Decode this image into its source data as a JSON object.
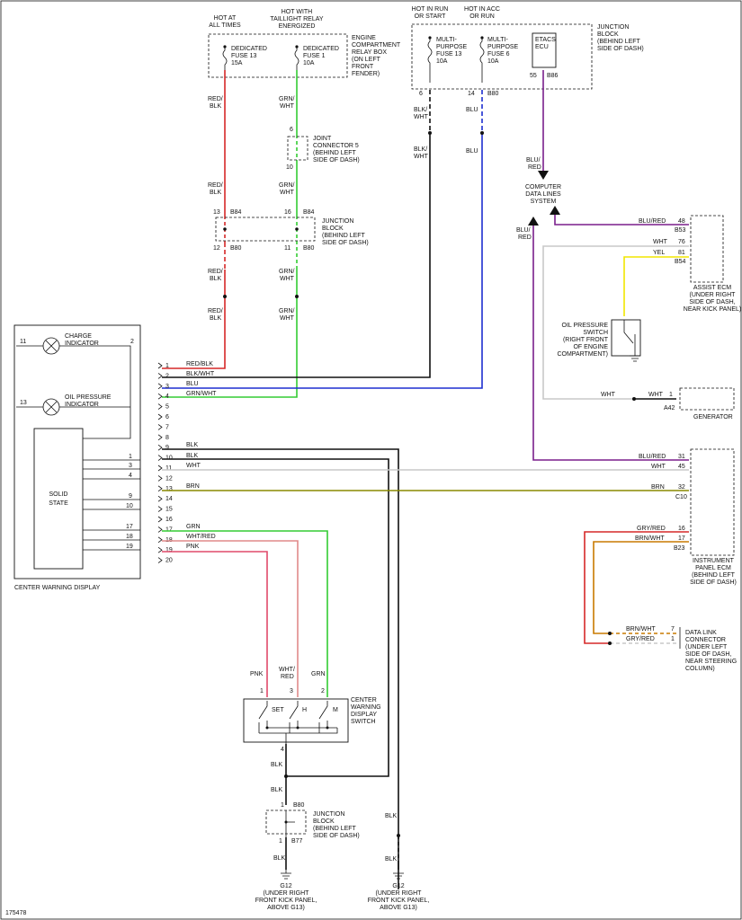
{
  "colors": {
    "red": "#d62828",
    "green": "#33cc33",
    "blue": "#1d2fd0",
    "purple": "#7a1f8c",
    "yellow": "#f2e600",
    "gray": "#c8c8c8",
    "olive": "#8a8a00",
    "orange": "#c87a00",
    "pink": "#e04a6a",
    "black": "#111111"
  },
  "sources": {
    "hot_at_all_times": [
      "HOT AT",
      "ALL TIMES"
    ],
    "hot_with_taillight": [
      "HOT WITH",
      "TAILLIGHT RELAY",
      "ENERGIZED"
    ],
    "hot_in_run": [
      "HOT IN RUN",
      "OR START"
    ],
    "hot_in_acc": [
      "HOT IN ACC",
      "OR RUN"
    ]
  },
  "fuses": {
    "dedicated13": [
      "DEDICATED",
      "FUSE 13",
      "15A"
    ],
    "dedicated1": [
      "DEDICATED",
      "FUSE 1",
      "10A"
    ],
    "mp13": [
      "MULTI-",
      "PURPOSE",
      "FUSE 13",
      "10A"
    ],
    "mp6": [
      "MULTI-",
      "PURPOSE",
      "FUSE 6",
      "10A"
    ]
  },
  "components": {
    "relay_box": [
      "ENGINE",
      "COMPARTMENT",
      "RELAY BOX",
      "(ON LEFT",
      "FRONT",
      "FENDER)"
    ],
    "jb_top": [
      "JUNCTION",
      "BLOCK",
      "(BEHIND LEFT",
      "SIDE OF DASH)"
    ],
    "etacs": [
      "ETACS",
      "ECU"
    ],
    "joint5": [
      "JOINT",
      "CONNECTOR 5",
      "(BEHIND LEFT",
      "SIDE OF DASH)"
    ],
    "jb_mid": [
      "JUNCTION",
      "BLOCK",
      "(BEHIND LEFT",
      "SIDE OF DASH)"
    ],
    "cdl": [
      "COMPUTER",
      "DATA LINES",
      "SYSTEM"
    ],
    "assist": [
      "ASSIST ECM",
      "(UNDER RIGHT",
      "SIDE OF DASH,",
      "NEAR KICK PANEL)"
    ],
    "oil_switch": [
      "OIL PRESSURE",
      "SWITCH",
      "(RIGHT FRONT",
      "OF ENGINE",
      "COMPARTMENT)"
    ],
    "generator": "GENERATOR",
    "ipecm": [
      "INSTRUMENT",
      "PANEL ECM",
      "(BEHIND LEFT",
      "SIDE OF DASH)"
    ],
    "dlc": [
      "DATA LINK",
      "CONNECTOR",
      "(UNDER LEFT",
      "SIDE OF DASH,",
      "NEAR STEERING",
      "COLUMN)"
    ],
    "cwd": "CENTER WARNING DISPLAY",
    "charge": [
      "CHARGE",
      "INDICATOR"
    ],
    "oilind": [
      "OIL PRESSURE",
      "INDICATOR"
    ],
    "solid": [
      "SOLID",
      "STATE"
    ],
    "cwd_switch": [
      "CENTER",
      "WARNING",
      "DISPLAY",
      "SWITCH"
    ],
    "sw_set": "SET",
    "sw_h": "H",
    "sw_m": "M",
    "jb_bot": [
      "JUNCTION",
      "BLOCK",
      "(BEHIND LEFT",
      "SIDE OF DASH)"
    ],
    "g12a": [
      "G12",
      "(UNDER RIGHT",
      "FRONT KICK PANEL,",
      "ABOVE G13)"
    ],
    "g12b": [
      "G12",
      "(UNDER RIGHT",
      "FRONT KICK PANEL,",
      "ABOVE G13)"
    ]
  },
  "labels": {
    "redblk": [
      "RED/",
      "BLK"
    ],
    "grnwht": [
      "GRN/",
      "WHT"
    ],
    "blkwht": [
      "BLK/",
      "WHT"
    ],
    "blu": "BLU",
    "blured_v": [
      "BLU/",
      "RED"
    ],
    "blured": "BLU/RED",
    "wht": "WHT",
    "yel": "YEL",
    "blk": "BLK",
    "brn": "BRN",
    "gryred": "GRY/RED",
    "brnwht": "BRN/WHT",
    "grn": "GRN",
    "whtred": "WHT/RED",
    "pnk": "PNK",
    "whtred_v": [
      "WHT/",
      "RED"
    ]
  },
  "connectors": {
    "b84": "B84",
    "b80": "B80",
    "b86": "B86",
    "b53": "B53",
    "b54": "B54",
    "a42": "A42",
    "c10": "C10",
    "b23": "B23",
    "b77": "B77"
  },
  "pins": {
    "p6": "6",
    "p14": "14",
    "p55": "55",
    "p13": "13",
    "p16": "16",
    "p12": "12",
    "p11": "11",
    "p10": "10",
    "p48": "48",
    "p76": "76",
    "p81": "81",
    "p1": "1",
    "p31": "31",
    "p45": "45",
    "p32": "32",
    "p17": "17",
    "p7": "7",
    "p2": "2",
    "p3": "3",
    "p4": "4"
  },
  "cwd_pins": [
    "1",
    "2",
    "3",
    "4",
    "5",
    "6",
    "7",
    "8",
    "9",
    "10",
    "11",
    "12",
    "13",
    "14",
    "15",
    "16",
    "17",
    "18",
    "19",
    "20"
  ],
  "cwd_wires": {
    "w1": "RED/BLK",
    "w2": "BLK/WHT",
    "w3": "BLU",
    "w4": "GRN/WHT",
    "w9": "BLK",
    "w10": "BLK",
    "w11": "WHT",
    "w13": "BRN",
    "w17": "GRN",
    "w18": "WHT/RED",
    "w19": "PNK"
  },
  "cwd_inner_pins": {
    "c11": "11",
    "c13": "13",
    "c2": "2",
    "s1": "1",
    "s3": "3",
    "s4": "4",
    "s9": "9",
    "s10": "10",
    "s17": "17",
    "s18": "18",
    "s19": "19"
  },
  "figure_id": "175478"
}
